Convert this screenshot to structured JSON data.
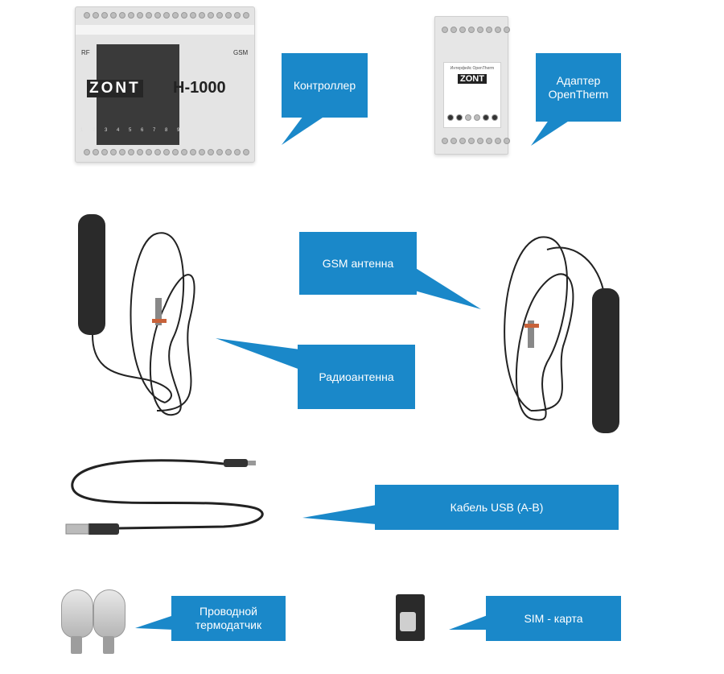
{
  "controller": {
    "rf_label": "RF",
    "gsm_label": "GSM",
    "brand": "ZONT",
    "model": "H-1000",
    "terminal_numbers": "1 2 3 4 5 6 7 8 9"
  },
  "adapter": {
    "face_title": "Интерфейс OpenTherm",
    "brand": "ZONT"
  },
  "callouts": {
    "controller": "Контроллер",
    "adapter": [
      "Адаптер",
      "OpenTherm"
    ],
    "gsm_antenna": "GSM антенна",
    "radio_antenna": "Радиоантенна",
    "usb_cable": "Кабель USB (A-B)",
    "wired_sensor": [
      "Проводной",
      "термодатчик"
    ],
    "sim_card": "SIM - карта"
  },
  "colors": {
    "callout_bg": "#1a88c9",
    "callout_text": "#ffffff",
    "cable": "#222222"
  }
}
